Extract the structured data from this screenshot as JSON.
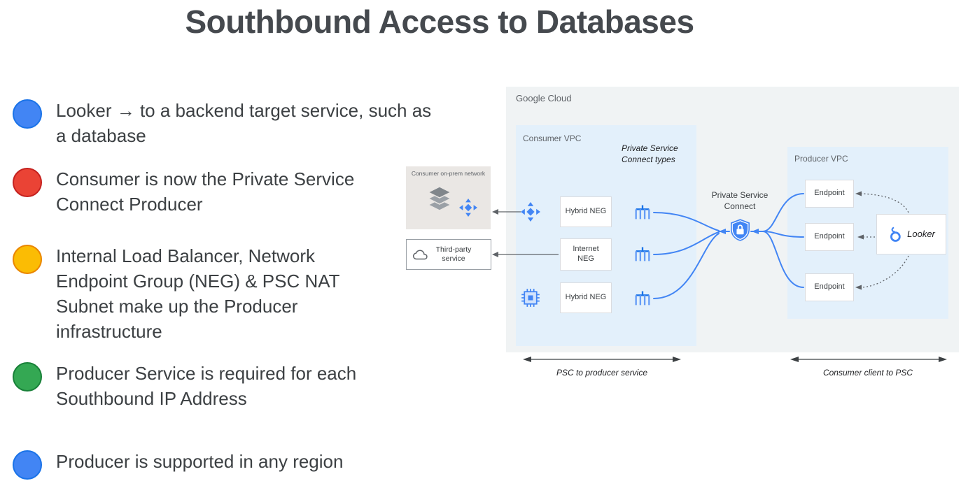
{
  "title": "Southbound Access to Databases",
  "colors": {
    "bullet_blue": "#4285f4",
    "bullet_red": "#ea4335",
    "bullet_yellow": "#fbbc04",
    "bullet_green": "#34a853",
    "diagram_accent_blue": "#4285f4",
    "vpc_background": "#e3f0fb",
    "cloud_background": "#f0f3f4"
  },
  "bullets": [
    {
      "color": "blue",
      "text": "Looker → to a backend target service, such as a database"
    },
    {
      "color": "red",
      "text": "Consumer is now the Private Service Connect Producer"
    },
    {
      "color": "yellow",
      "text": "Internal Load Balancer, Network Endpoint Group (NEG) & PSC NAT Subnet make up the Producer infrastructure"
    },
    {
      "color": "green",
      "text": "Producer Service is required for each Southbound IP Address"
    },
    {
      "color": "blue",
      "text": "Producer is supported in any region"
    }
  ],
  "diagram": {
    "google_cloud": "Google Cloud",
    "consumer_vpc": "Consumer VPC",
    "psc_types": "Private Service Connect types",
    "onprem": "Consumer on-prem network",
    "third_party": "Third-party service",
    "hybrid_neg_top": "Hybrid NEG",
    "internet_neg": "Internet NEG",
    "hybrid_neg_bottom": "Hybrid NEG",
    "psc": "Private Service Connect",
    "producer_vpc": "Producer VPC",
    "endpoints": [
      "Endpoint",
      "Endpoint",
      "Endpoint"
    ],
    "looker": "Looker",
    "left_arrow_label": "PSC to producer service",
    "right_arrow_label": "Consumer client to PSC"
  }
}
